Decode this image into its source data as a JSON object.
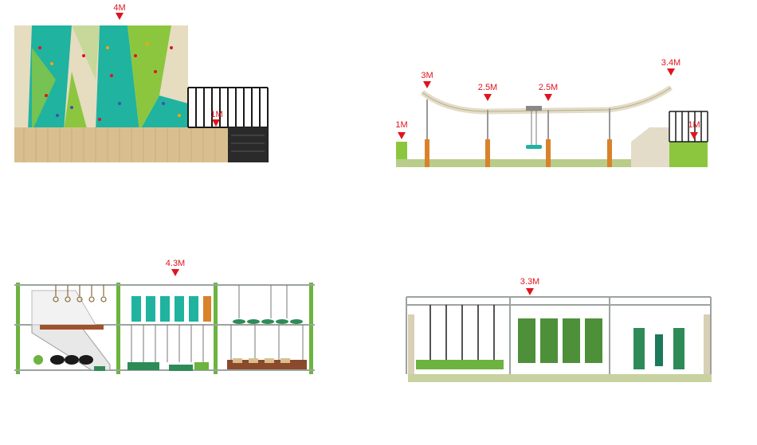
{
  "colors": {
    "marker_red": "#e0141e",
    "wall_teal": "#1fb3a0",
    "wall_green": "#8cc63f",
    "frame_green": "#6cb33f",
    "wood": "#d9bf8f",
    "post_orange": "#d9822b",
    "beige": "#e3dcc8",
    "black": "#1a1a1a"
  },
  "drawings": {
    "climbing_wall": {
      "name": "climbing-wall-elevation",
      "height_labels": [
        "4M",
        "1M"
      ]
    },
    "zipline": {
      "name": "zipline-elevation",
      "height_labels": [
        "3M",
        "2.5M",
        "2.5M",
        "3.4M",
        "1M",
        "1M"
      ]
    },
    "rope_course": {
      "name": "rope-course-elevation",
      "height_labels": [
        "4.3M"
      ]
    },
    "hanging_course": {
      "name": "hanging-course-elevation",
      "height_labels": [
        "3.3M"
      ]
    }
  }
}
